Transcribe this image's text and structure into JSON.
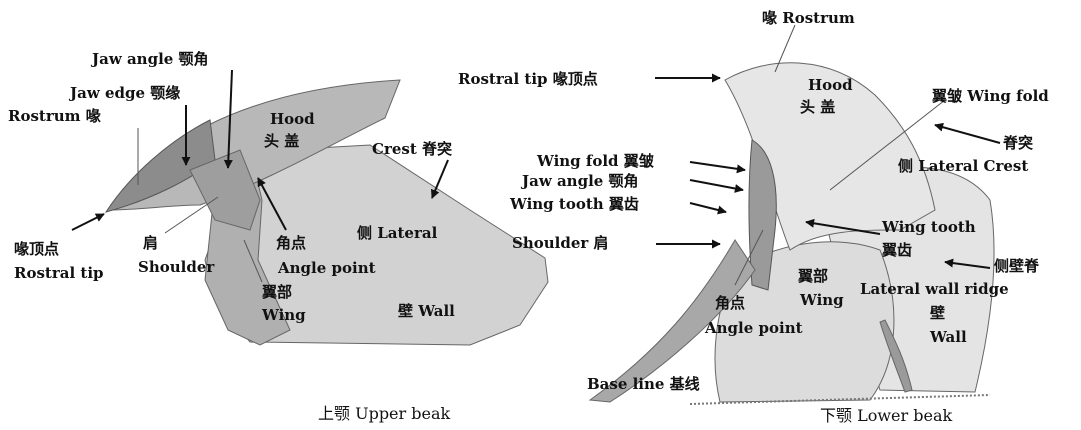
{
  "upper_beak": {
    "caption": "上颚 Upper beak",
    "labels": {
      "jaw_angle": "Jaw angle 颚角",
      "jaw_edge": "Jaw edge 颚缘",
      "rostrum": "Rostrum 喙",
      "hood_en": "Hood",
      "hood_cn": "头 盖",
      "crest": "Crest 脊突",
      "lateral": "侧 Lateral",
      "rostral_tip_cn": "喙顶点",
      "rostral_tip_en": "Rostral tip",
      "shoulder_cn": "肩",
      "shoulder_en": "Shoulder",
      "angle_point_cn": "角点",
      "angle_point_en": "Angle point",
      "wing_cn": "翼部",
      "wing_en": "Wing",
      "wall": "壁 Wall"
    }
  },
  "lower_beak": {
    "caption": "下颚 Lower beak",
    "labels": {
      "rostrum": "喙 Rostrum",
      "rostral_tip": "Rostral tip 喙顶点",
      "hood_en": "Hood",
      "hood_cn": "头 盖",
      "wing_fold_right": "翼皱 Wing fold",
      "crest": "脊突",
      "lateral_crest": "侧 Lateral Crest",
      "wing_fold_left": "Wing fold 翼皱",
      "jaw_angle": "Jaw angle 颚角",
      "wing_tooth_left": "Wing tooth 翼齿",
      "wing_tooth_right_en": "Wing tooth",
      "wing_tooth_right_cn": "翼齿",
      "shoulder": "Shoulder 肩",
      "lateral_wall_ridge_cn": "侧壁脊",
      "lateral_wall_ridge_en": "Lateral wall ridge",
      "wing_cn": "翼部",
      "wing_en": "Wing",
      "wall_cn": "壁",
      "wall_en": "Wall",
      "angle_point_cn": "角点",
      "angle_point_en": "Angle point",
      "base_line": "Base line 基线"
    }
  },
  "colors": {
    "fill_light": "#d0d0d0",
    "fill_mid": "#b4b4b4",
    "fill_dark": "#8c8c8c",
    "fill_pale": "#e6e6e6",
    "outline": "#555555",
    "arrow": "#111111"
  }
}
